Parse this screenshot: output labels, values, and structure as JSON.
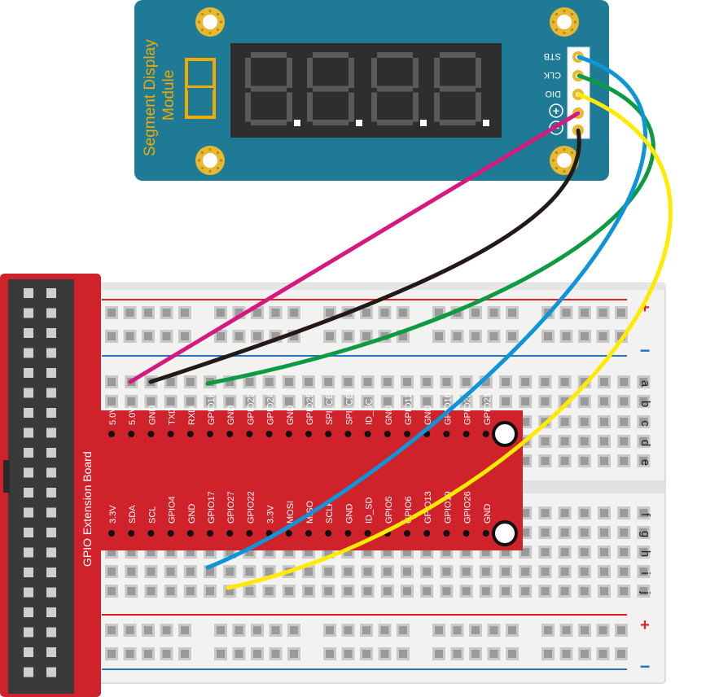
{
  "display_module": {
    "title_line1": "Segment Display",
    "title_line2": "Module",
    "pins": [
      "STB",
      "CLK",
      "DIO",
      "+",
      "−"
    ]
  },
  "breadcoard_rows_top": [
    "a",
    "b",
    "c",
    "d",
    "e"
  ],
  "breadboard_rows_bottom": [
    "f",
    "g",
    "h",
    "i",
    "j"
  ],
  "breadboard_rail_plus": "+",
  "breadboard_rail_minus": "−",
  "gpio_board": {
    "label": "GPIO Extension Board",
    "top_pins": [
      "5.0V",
      "5.0V",
      "GND",
      "TXD",
      "RXD",
      "GPIO18",
      "GND",
      "GPIO23",
      "GPIO24",
      "GND",
      "GPIO25",
      "SPI_CE0",
      "SPI_CE1",
      "ID_SC",
      "GND",
      "GPIO12",
      "GND",
      "GPIO16",
      "GPIO20",
      "GPIO21"
    ],
    "bottom_pins": [
      "3.3V",
      "SDA",
      "SCL",
      "GPIO4",
      "GND",
      "GPIO17",
      "GPIO27",
      "GPIO22",
      "3.3V",
      "MOSI",
      "MISO",
      "SCLK",
      "GND",
      "ID_SD",
      "GPIO5",
      "GPIO6",
      "GPIO13",
      "GPIO19",
      "GPIO26",
      "GND"
    ]
  },
  "wire_colors": {
    "stb": "#0d94d9",
    "clk": "#0e9a43",
    "dio": "#ffea00",
    "vcc": "#d6197d",
    "gnd": "#231916"
  }
}
